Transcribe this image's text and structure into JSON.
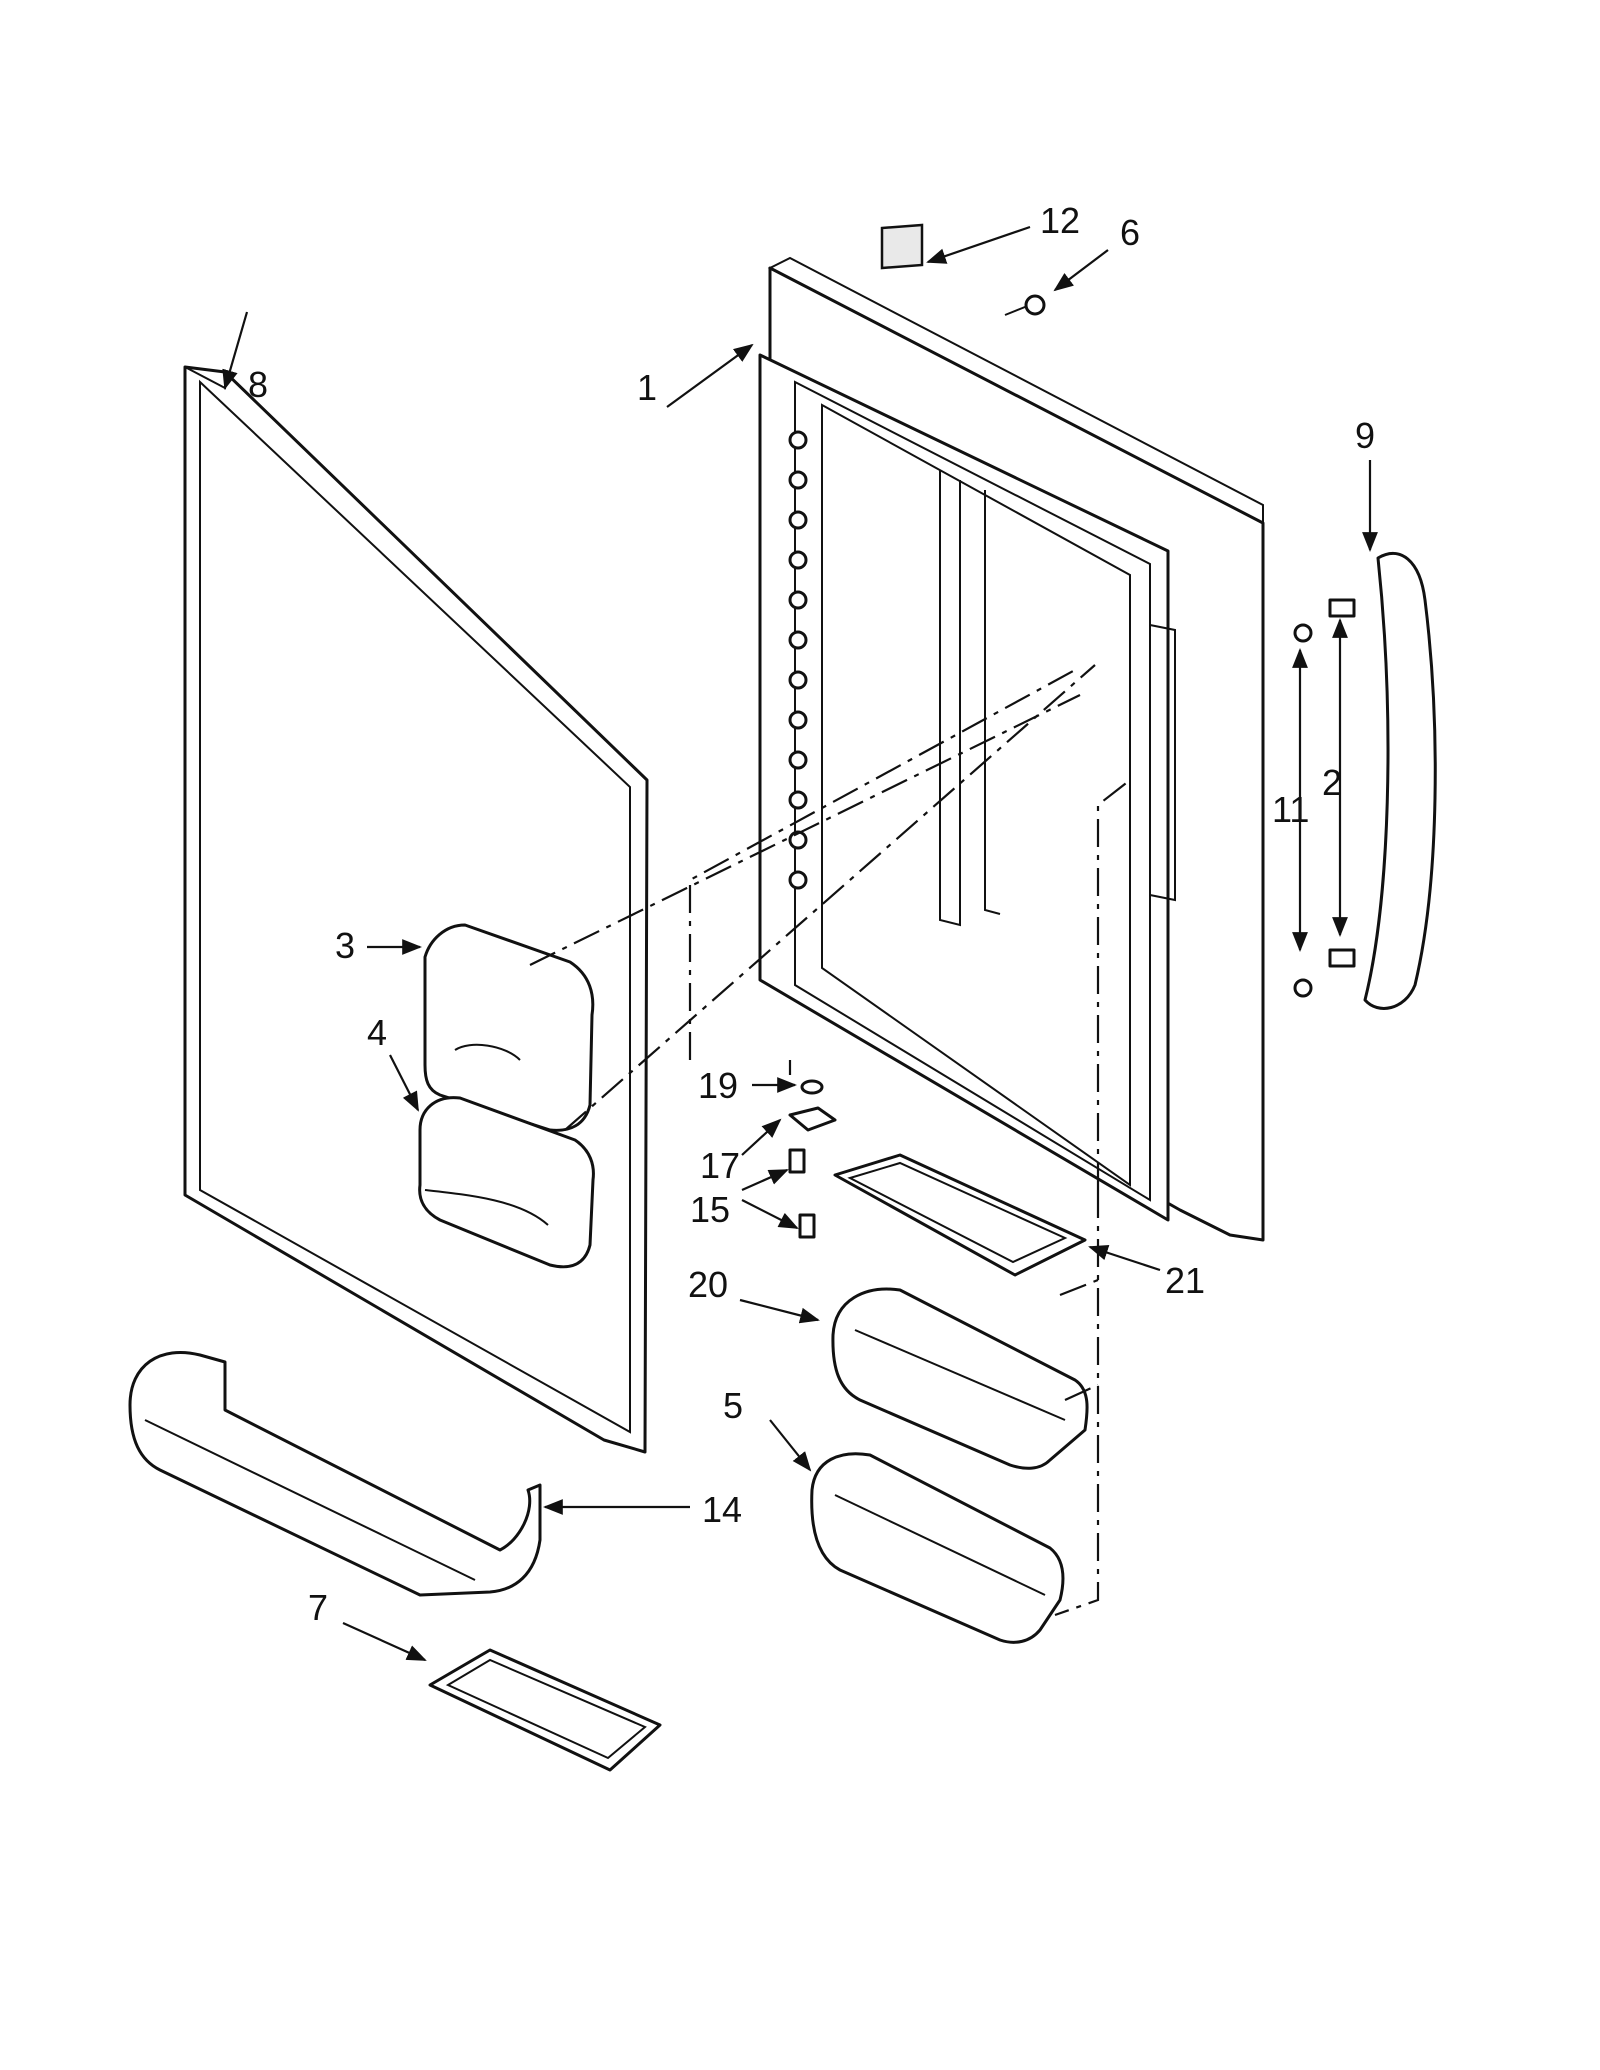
{
  "callouts": [
    {
      "id": "c1",
      "text": "1"
    },
    {
      "id": "c2",
      "text": "2"
    },
    {
      "id": "c3",
      "text": "3"
    },
    {
      "id": "c4",
      "text": "4"
    },
    {
      "id": "c5",
      "text": "5"
    },
    {
      "id": "c6",
      "text": "6"
    },
    {
      "id": "c7",
      "text": "7"
    },
    {
      "id": "c8",
      "text": "8"
    },
    {
      "id": "c9",
      "text": "9"
    },
    {
      "id": "c11",
      "text": "11"
    },
    {
      "id": "c12",
      "text": "12"
    },
    {
      "id": "c14",
      "text": "14"
    },
    {
      "id": "c15",
      "text": "15"
    },
    {
      "id": "c17",
      "text": "17"
    },
    {
      "id": "c19",
      "text": "19"
    },
    {
      "id": "c20",
      "text": "20"
    },
    {
      "id": "c21",
      "text": "21"
    }
  ]
}
